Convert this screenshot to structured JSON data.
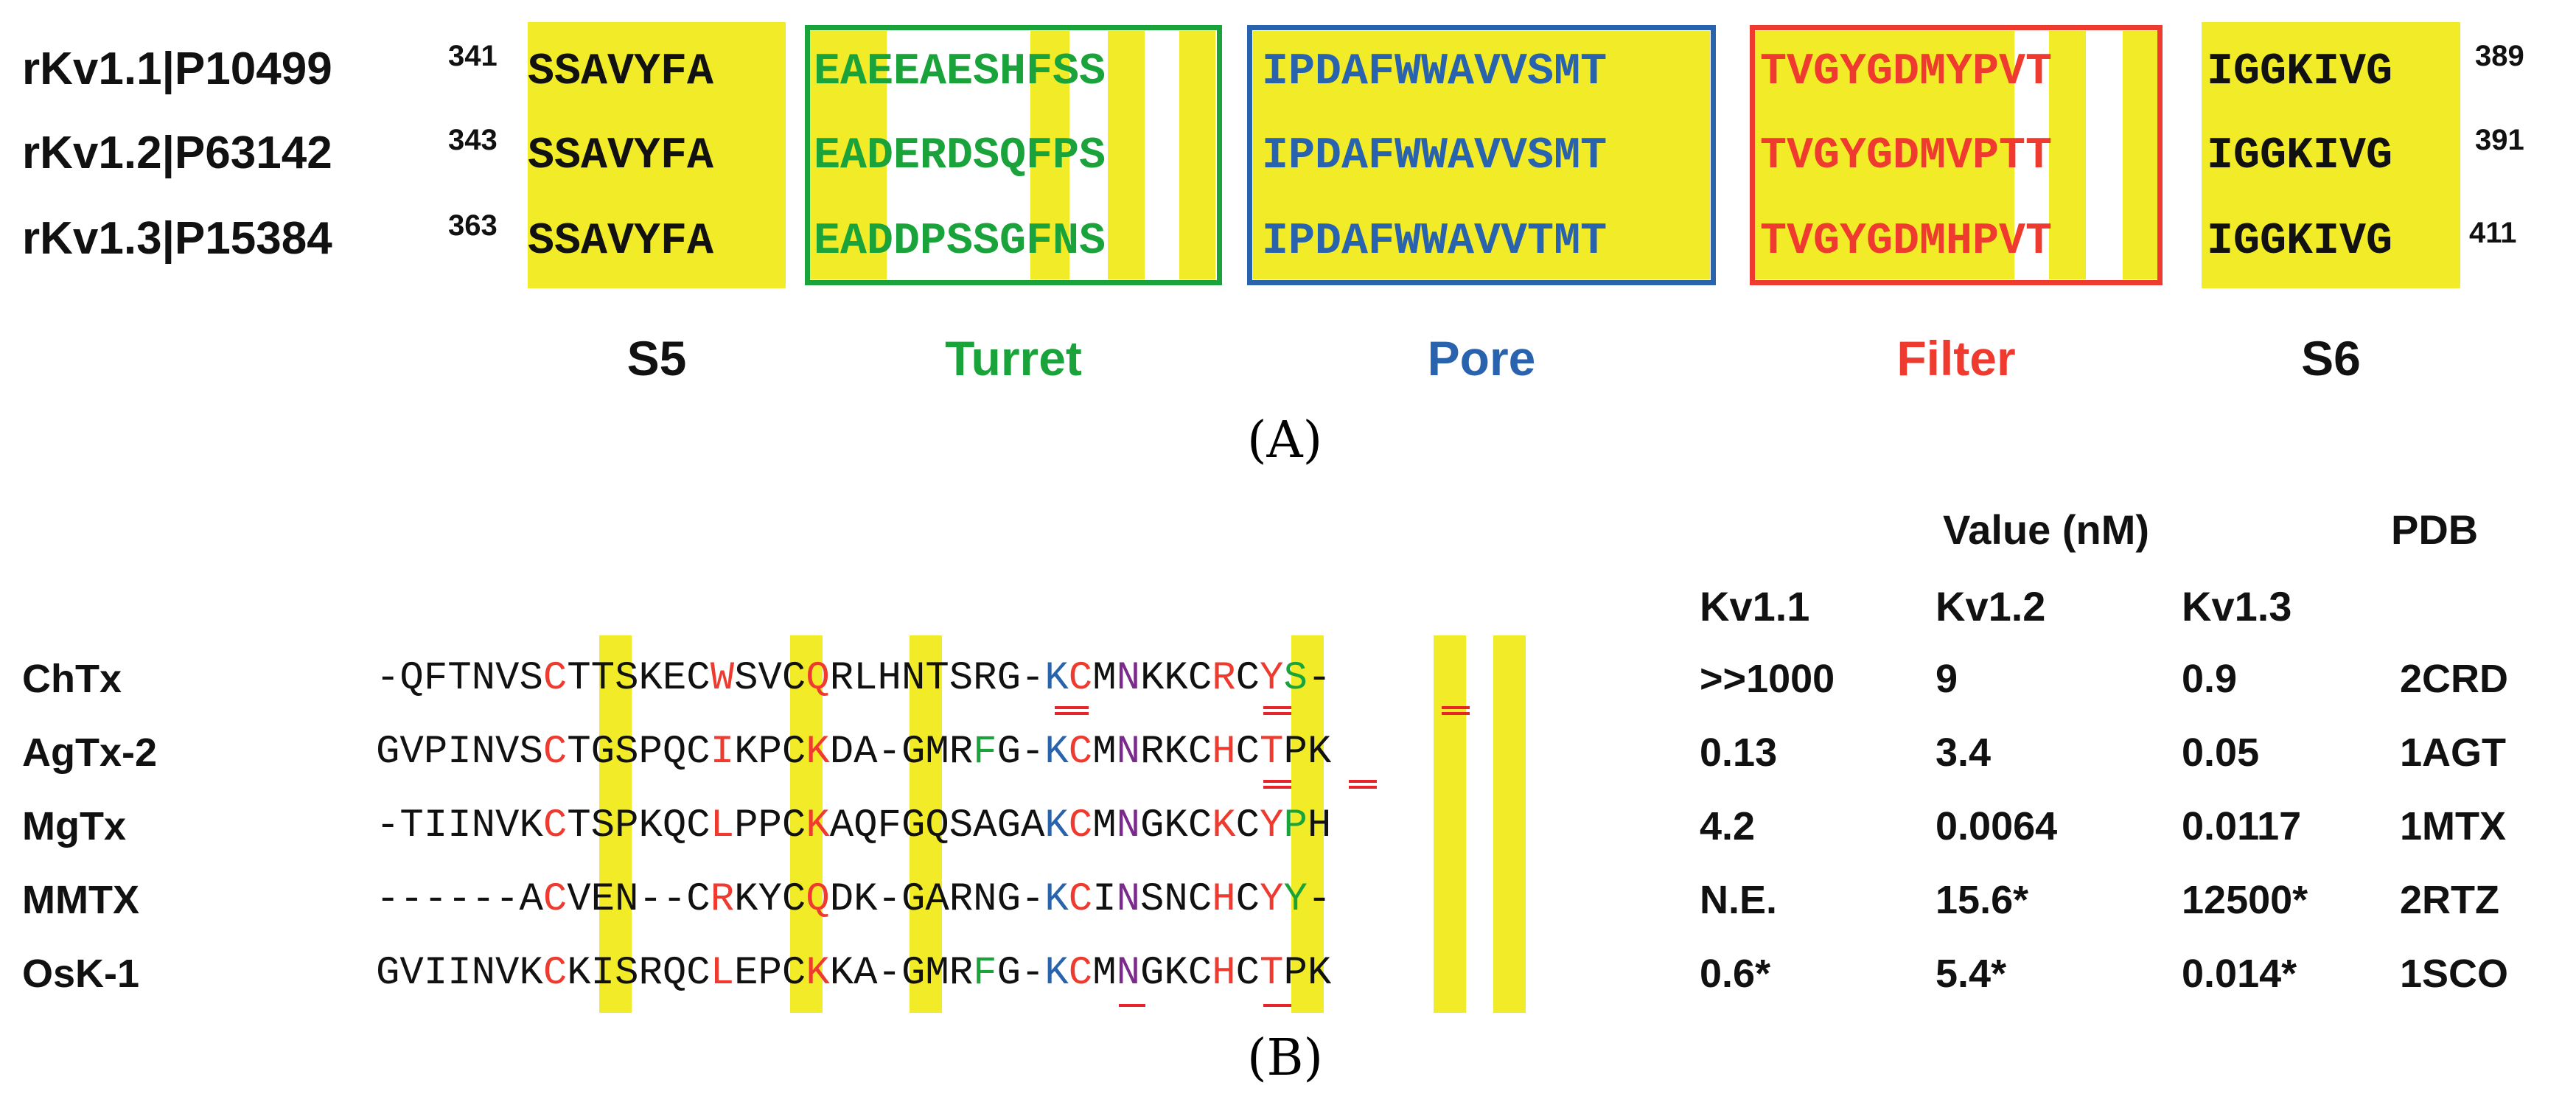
{
  "panel_a": {
    "label": "(A)",
    "rows": [
      {
        "name": "rKv1.1|P10499",
        "start": "341",
        "end": "389",
        "s5": "SSAVYFA",
        "turret": "EAEEAESHFSS",
        "pore": "IPDAFWWAVVSMT",
        "filter": "TVGYGDMYPVT",
        "s6": "IGGKIVG"
      },
      {
        "name": "rKv1.2|P63142",
        "start": "343",
        "end": "391",
        "s5": "SSAVYFA",
        "turret": "EADERDSQFPS",
        "pore": "IPDAFWWAVVSMT",
        "filter": "TVGYGDMVPTT",
        "s6": "IGGKIVG"
      },
      {
        "name": "rKv1.3|P15384",
        "start": "363",
        "end": "411",
        "s5": "SSAVYFA",
        "turret": "EADDPSSGFNS",
        "pore": "IPDAFWWAVVTMT",
        "filter": "TVGYGDMHPVT",
        "s6": "IGGKIVG"
      }
    ],
    "regions": {
      "s5": "S5",
      "turret": "Turret",
      "pore": "Pore",
      "filter": "Filter",
      "s6": "S6"
    },
    "colors": {
      "highlight": "#f2ec28",
      "turret": "#1aa33a",
      "pore": "#2a63ad",
      "filter": "#ef3b2f",
      "text": "#111111"
    }
  },
  "panel_b": {
    "label": "(B)",
    "value_header": "Value (nM)",
    "pdb_header": "PDB",
    "channel_headers": [
      "Kv1.1",
      "Kv1.2",
      "Kv1.3"
    ],
    "toxins": [
      {
        "name": "ChTx",
        "seq": "-QFTNVSCTTSKECWSVCQRLHNTSRG-KCMNKKCRCYS-",
        "kv11": ">>1000",
        "kv12": "9",
        "kv13": "0.9",
        "pdb": "2CRD"
      },
      {
        "name": "AgTx-2",
        "seq": "GVPINVSCTGSPQCIKPCKDA-GMRFG-KCMNRKCHCTPK",
        "kv11": "0.13",
        "kv12": "3.4",
        "kv13": "0.05",
        "pdb": "1AGT"
      },
      {
        "name": "MgTx",
        "seq": "-TIINVKCTSPKQCLPPCKAQFGQSAGAKCMNGKCKCYPH",
        "kv11": "4.2",
        "kv12": "0.0064",
        "kv13": "0.0117",
        "pdb": "1MTX"
      },
      {
        "name": "MMTX",
        "seq": "------ACVEN--CRKYCQDK-GARNG-KCINSNCHCYY-",
        "kv11": "N.E.",
        "kv12": "15.6*",
        "kv13": "12500*",
        "pdb": "2RTZ"
      },
      {
        "name": "OsK-1",
        "seq": "GVIINVKCKISRQCLEPCKKA-GMRFG-KCMNGKCHCTPK",
        "kv11": "0.6*",
        "kv12": "5.4*",
        "kv13": "0.014*",
        "pdb": "1SCO"
      }
    ],
    "colors": {
      "cys": "#ef3b2f",
      "lys": "#2a63ad",
      "asn": "#7a2a8a",
      "aro": "#1aa33a",
      "highlight": "#f2ec28"
    }
  }
}
